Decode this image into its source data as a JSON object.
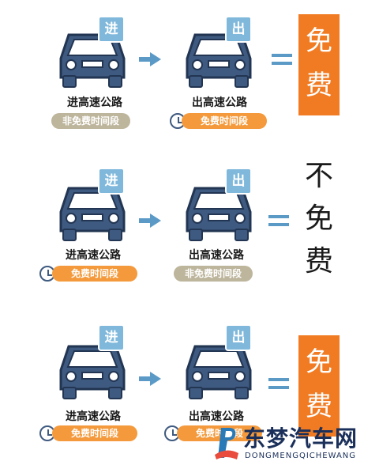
{
  "rows": [
    {
      "entry_tag": "进",
      "exit_tag": "出",
      "entry_label": "进高速公路",
      "exit_label": "出高速公路",
      "entry_period": "非免费时间段",
      "exit_period": "免费时间段",
      "result_chars": [
        "免",
        "费"
      ],
      "result_style": "orange-box"
    },
    {
      "entry_tag": "进",
      "exit_tag": "出",
      "entry_label": "进高速公路",
      "exit_label": "出高速公路",
      "entry_period": "免费时间段",
      "exit_period": "非免费时间段",
      "result_chars": [
        "不",
        "免",
        "费"
      ],
      "result_style": "plain"
    },
    {
      "entry_tag": "进",
      "exit_tag": "出",
      "entry_label": "进高速公路",
      "exit_label": "出高速公路",
      "entry_period": "免费时间段",
      "exit_period": "免费时间段",
      "result_chars": [
        "免",
        "费"
      ],
      "result_style": "orange-box"
    }
  ],
  "icons": {
    "car": "car-icon",
    "clock": "clock-icon",
    "arrow": "arrow-right-icon",
    "equals": "equals-icon"
  },
  "colors": {
    "car_body": "#3f5a80",
    "tag": "#7fb8db",
    "orange": "#f49a3c",
    "result_orange": "#f17b22",
    "non_free_pill": "#bdb59c",
    "arrow": "#5b9ac7"
  },
  "watermark": {
    "title": "东梦汽车网",
    "subtitle": "DONGMENGQICHEWANG"
  }
}
